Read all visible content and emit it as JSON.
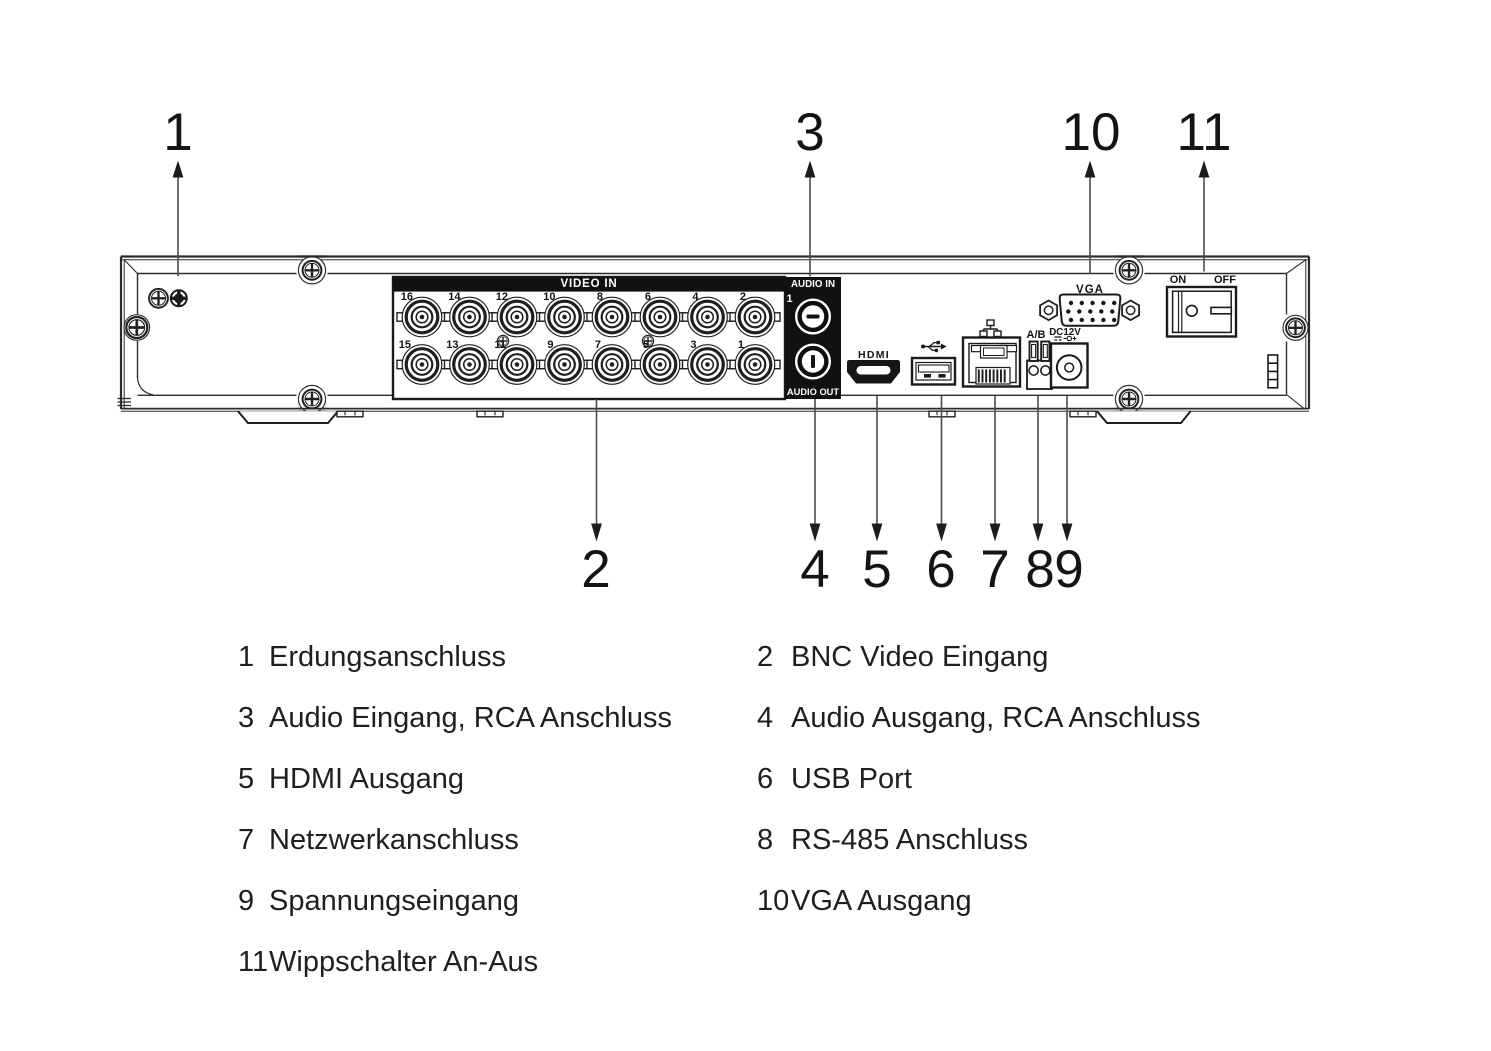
{
  "colors": {
    "ink": "#1c1c1c",
    "panel_line": "#2b2b2b",
    "leader_line": "#4c4c4c",
    "block_fill": "#111111",
    "background": "#ffffff"
  },
  "callouts": {
    "top": [
      {
        "label": "1"
      },
      {
        "label": "3"
      },
      {
        "label": "10"
      },
      {
        "label": "11"
      }
    ],
    "bottom": [
      {
        "label": "2"
      },
      {
        "label": "4"
      },
      {
        "label": "5"
      },
      {
        "label": "6"
      },
      {
        "label": "7"
      },
      {
        "label": "8"
      },
      {
        "label": "9"
      }
    ]
  },
  "panel": {
    "video_in_label": "VIDEO IN",
    "bnc_top": [
      "16",
      "14",
      "12",
      "10",
      "8",
      "6",
      "4",
      "2"
    ],
    "bnc_bottom": [
      "15",
      "13",
      "11",
      "9",
      "7",
      "5",
      "3",
      "1"
    ],
    "audio_in_label": "AUDIO IN",
    "audio_in_channel": "1",
    "audio_out_label": "AUDIO OUT",
    "hdmi_label": "HDMI",
    "ab_label": "A/B",
    "dc_label": "DC12V",
    "vga_label": "VGA",
    "switch_on_label": "ON",
    "switch_off_label": "OFF",
    "icons": {
      "usb": "usb-trident-icon",
      "network": "ethernet-nodes-icon",
      "ground": "grounding-screw-icon",
      "dc_polarity": "dc-center-positive-icon"
    }
  },
  "legend": {
    "left": [
      {
        "num": "1",
        "text": "Erdungsanschluss"
      },
      {
        "num": "3",
        "text": "Audio Eingang, RCA Anschluss"
      },
      {
        "num": "5",
        "text": "HDMI Ausgang"
      },
      {
        "num": "7",
        "text": "Netzwerkanschluss"
      },
      {
        "num": "9",
        "text": "Spannungseingang"
      },
      {
        "num": "11",
        "text": "Wippschalter An-Aus"
      }
    ],
    "right": [
      {
        "num": "2",
        "text": "BNC Video Eingang"
      },
      {
        "num": "4",
        "text": "Audio Ausgang, RCA Anschluss"
      },
      {
        "num": "6",
        "text": "USB Port"
      },
      {
        "num": "8",
        "text": "RS-485 Anschluss"
      },
      {
        "num": "10",
        "text": "VGA Ausgang"
      }
    ]
  }
}
